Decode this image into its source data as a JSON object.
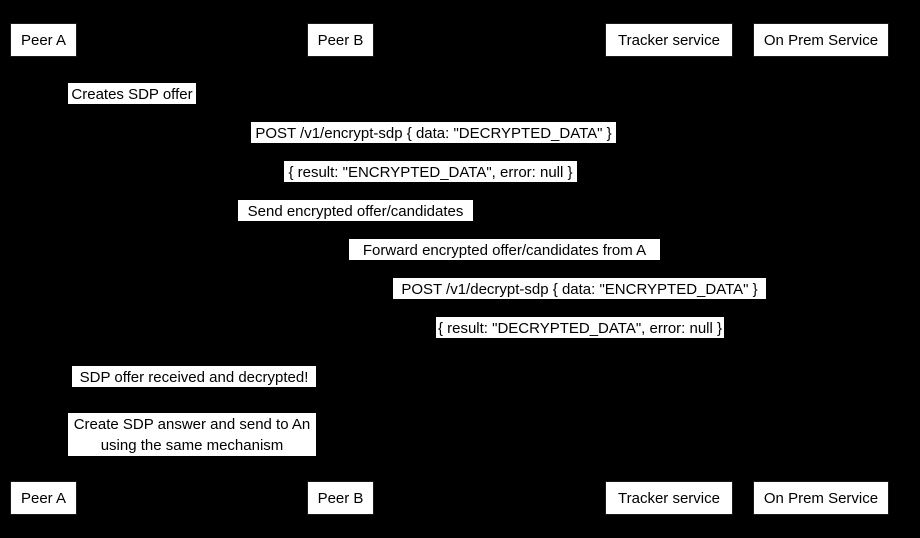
{
  "diagram": {
    "type": "sequence-diagram",
    "background_color": "#000000",
    "label_background_color": "#ffffff",
    "label_text_color": "#000000",
    "participants": [
      {
        "id": "peer-a",
        "label": "Peer A"
      },
      {
        "id": "peer-b",
        "label": "Peer B"
      },
      {
        "id": "tracker-service",
        "label": "Tracker service"
      },
      {
        "id": "on-prem-service",
        "label": "On Prem Service"
      }
    ],
    "messages": [
      {
        "id": "msg-1",
        "text": "Creates SDP offer"
      },
      {
        "id": "msg-2",
        "text": "POST /v1/encrypt-sdp { data: \"DECRYPTED_DATA\" }"
      },
      {
        "id": "msg-3",
        "text": "{ result: \"ENCRYPTED_DATA\", error: null }"
      },
      {
        "id": "msg-4",
        "text": "Send encrypted offer/candidates"
      },
      {
        "id": "msg-5",
        "text": "Forward encrypted offer/candidates from A"
      },
      {
        "id": "msg-6",
        "text": "POST /v1/decrypt-sdp { data: \"ENCRYPTED_DATA\" }"
      },
      {
        "id": "msg-7",
        "text": "{ result: \"DECRYPTED_DATA\", error: null }"
      },
      {
        "id": "msg-8",
        "text": "SDP offer received and decrypted!"
      },
      {
        "id": "msg-9",
        "line1": "Create SDP answer and send to An",
        "line2": "using the same mechanism"
      }
    ],
    "footer_participants": [
      {
        "id": "peer-a-footer",
        "label": "Peer A"
      },
      {
        "id": "peer-b-footer",
        "label": "Peer B"
      },
      {
        "id": "tracker-service-footer",
        "label": "Tracker service"
      },
      {
        "id": "on-prem-service-footer",
        "label": "On Prem Service"
      }
    ]
  }
}
